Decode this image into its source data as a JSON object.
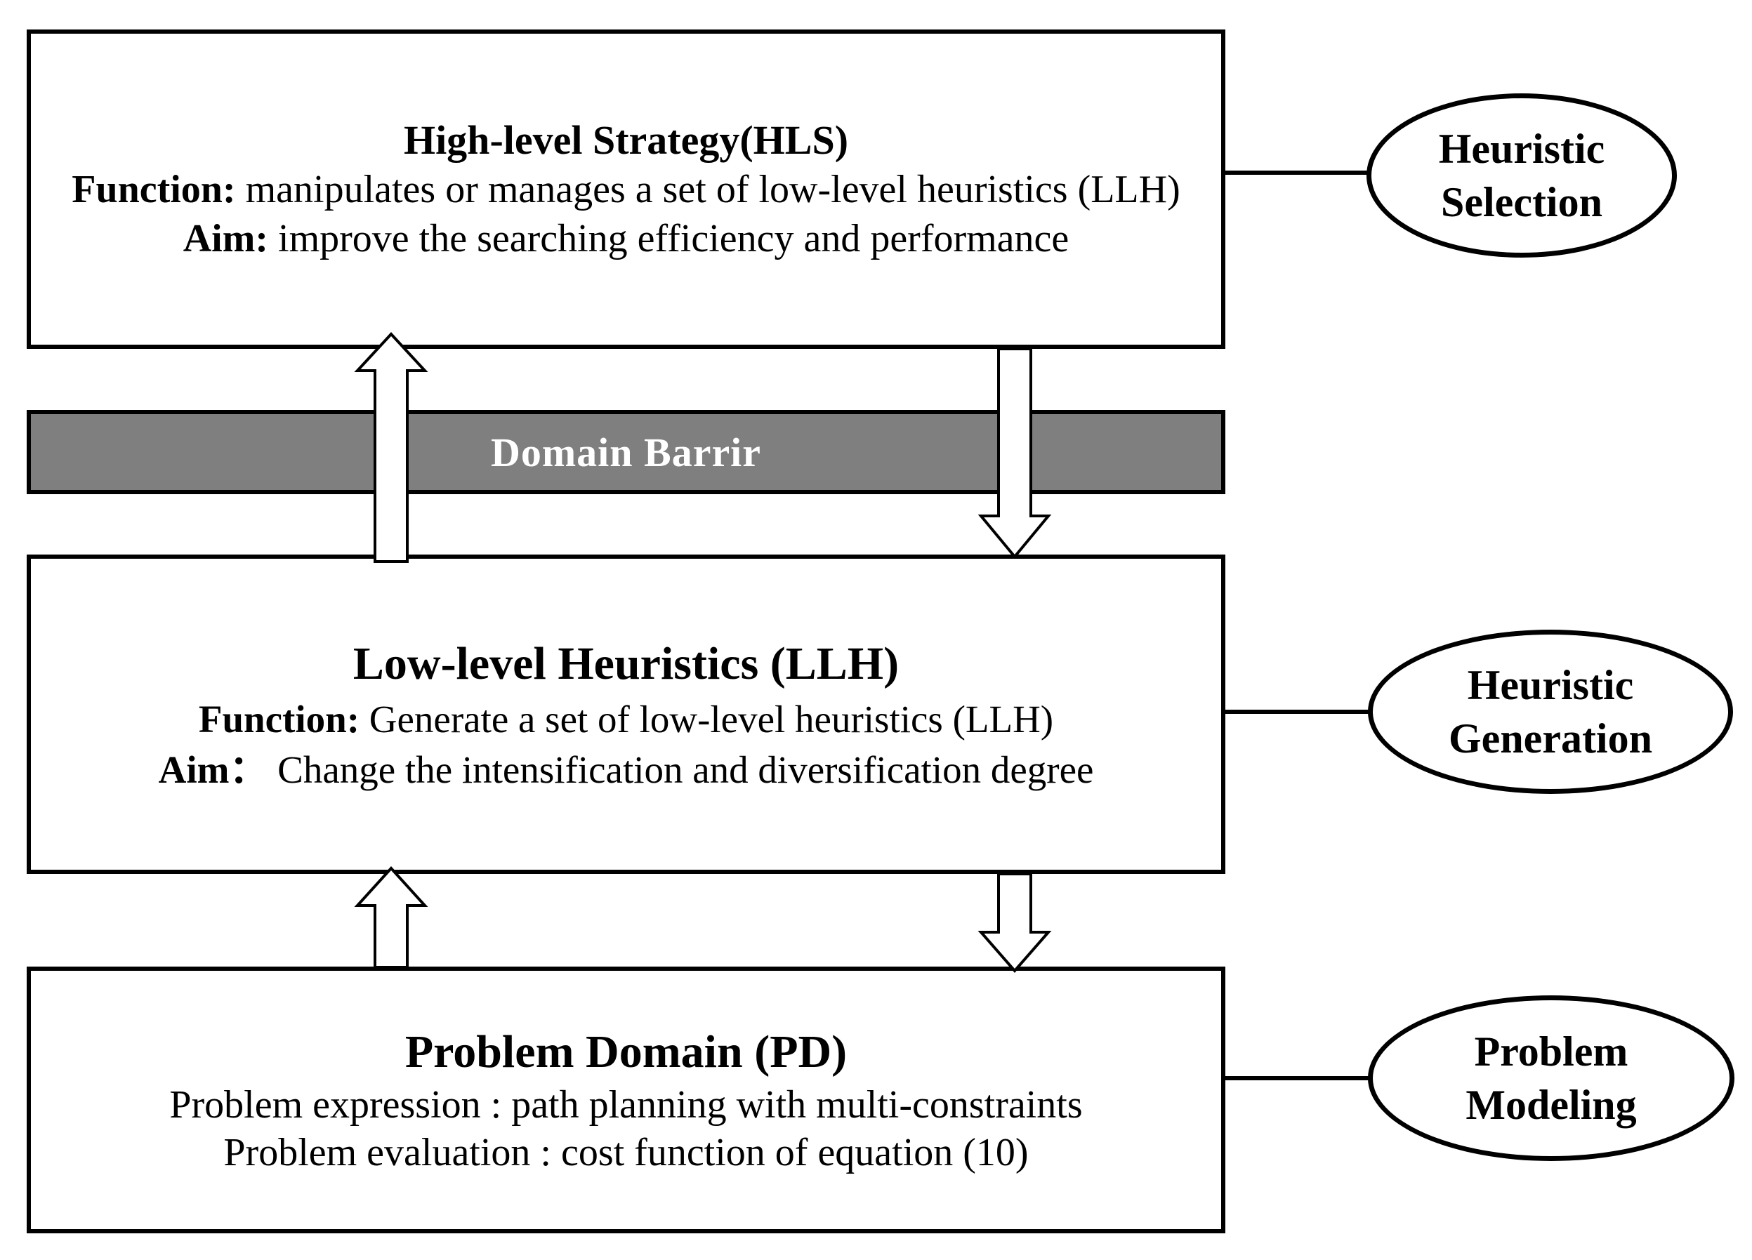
{
  "colors": {
    "background": "#ffffff",
    "outline": "#000000",
    "barrier_fill": "#7f7f7f",
    "barrier_text": "#ffffff",
    "arrow_fill": "#ffffff",
    "text": "#000000"
  },
  "boxes": [
    {
      "id": "high-level-strategy",
      "title": "High-level Strategy(HLS)",
      "lines": [
        {
          "label": "Function:",
          "text": " manipulates or manages a set of low-level heuristics (LLH)"
        },
        {
          "label": "Aim:",
          "text": " improve the searching efficiency and performance"
        }
      ]
    },
    {
      "id": "low-level-heuristics",
      "title": "Low-level Heuristics (LLH)",
      "lines": [
        {
          "label": "Function:",
          "text": " Generate a set of low-level heuristics (LLH)"
        },
        {
          "label": "Aim：",
          "text": " Change the intensification and diversification degree"
        }
      ]
    },
    {
      "id": "problem-domain",
      "title": "Problem Domain (PD)",
      "lines": [
        {
          "label": "",
          "text": "Problem expression : path planning with multi-constraints"
        },
        {
          "label": "",
          "text": "Problem evaluation : cost function of equation (10)"
        }
      ]
    }
  ],
  "barrier": {
    "label": "Domain Barrir"
  },
  "ellipses": [
    {
      "id": "heuristic-selection",
      "lines": [
        "Heuristic",
        "Selection"
      ]
    },
    {
      "id": "heuristic-generation",
      "lines": [
        "Heuristic",
        "Generation"
      ]
    },
    {
      "id": "problem-modeling",
      "lines": [
        "Problem",
        "Modeling"
      ]
    }
  ],
  "arrows": [
    {
      "id": "llh-to-hls",
      "direction": "up"
    },
    {
      "id": "hls-to-llh",
      "direction": "down"
    },
    {
      "id": "pd-to-llh",
      "direction": "up"
    },
    {
      "id": "llh-to-pd",
      "direction": "down"
    }
  ]
}
